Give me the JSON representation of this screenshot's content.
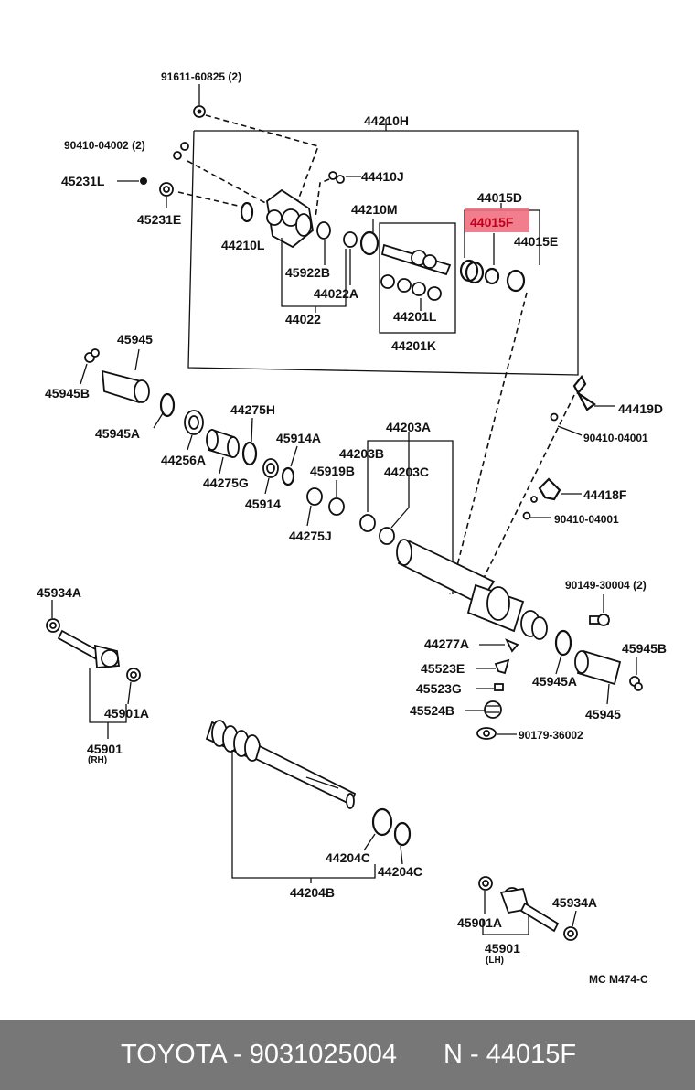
{
  "labels": {
    "p91611": "91611-60825 (2)",
    "p44210H": "44210H",
    "p90410a": "90410-04002 (2)",
    "p44410J": "44410J",
    "p45231L": "45231L",
    "p45231E": "45231E",
    "p44210L": "44210L",
    "p44210M": "44210M",
    "p44015D": "44015D",
    "p44015F": "44015F",
    "p44015E": "44015E",
    "p45922B": "45922B",
    "p44022A": "44022A",
    "p44022": "44022",
    "p44201L": "44201L",
    "p44201K": "44201K",
    "p45945t": "45945",
    "p45945Bl": "45945B",
    "p45945Al": "45945A",
    "p44256A": "44256A",
    "p44275H": "44275H",
    "p44275G": "44275G",
    "p45914A": "45914A",
    "p45914": "45914",
    "p44203A": "44203A",
    "p44203B": "44203B",
    "p45919B": "45919B",
    "p44203C": "44203C",
    "p44275J": "44275J",
    "p44419D": "44419D",
    "p90410b": "90410-04001",
    "p44418F": "44418F",
    "p90410c": "90410-04001",
    "p45934Al": "45934A",
    "p90149": "90149-30004 (2)",
    "p44277A": "44277A",
    "p45945Br": "45945B",
    "p45523E": "45523E",
    "p45945Ar": "45945A",
    "p45523G": "45523G",
    "p45945r": "45945",
    "p45524B": "45524B",
    "p45901Al": "45901A",
    "p90179": "90179-36002",
    "p45901rh": "45901",
    "rh": "(RH)",
    "p44204Ca": "44204C",
    "p44204Cb": "44204C",
    "p44204B": "44204B",
    "p45934Ar": "45934A",
    "p45901Ar": "45901A",
    "p45901lh": "45901",
    "lh": "(LH)",
    "code": "MC  M474-C"
  },
  "highlight_color": "#f07080",
  "footer": {
    "left": "TOYOTA - 9031025004",
    "right": "N - 44015F"
  }
}
